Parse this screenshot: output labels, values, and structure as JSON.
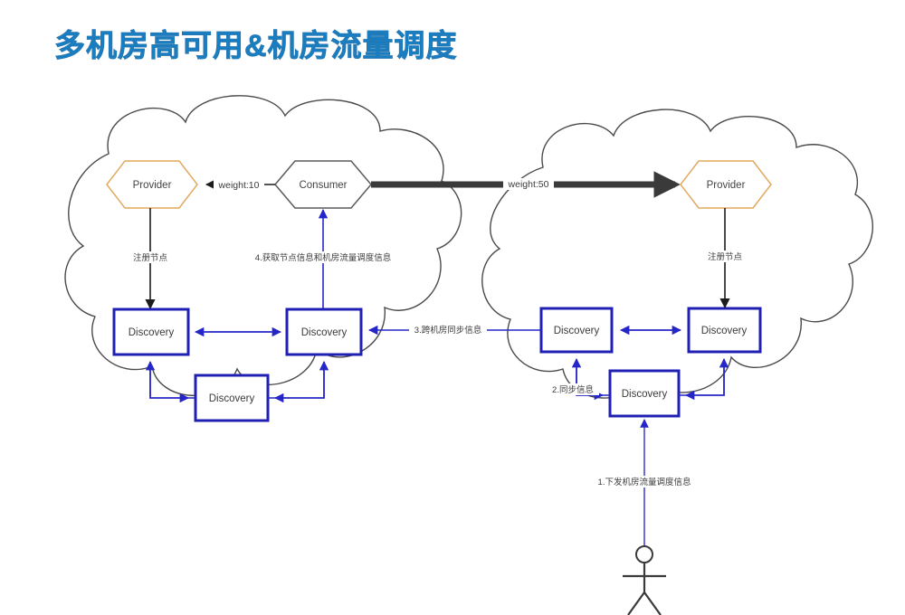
{
  "page": {
    "title": "多机房高可用&机房流量调度",
    "background_color": "#ffffff"
  },
  "colors": {
    "title_blue": "#1a7dc0",
    "provider_orange": "#e0a95f",
    "consumer_gray": "#5a5a5a",
    "discovery_navy": "#1f1fb4",
    "edge_blue": "#2626c8",
    "edge_black": "#1c1c1c",
    "edge_thick_gray": "#3a3a3a",
    "cloud_stroke": "#4a4a4a"
  },
  "clouds": [
    {
      "id": "left-idc",
      "name": "left-datacenter-cloud"
    },
    {
      "id": "right-idc",
      "name": "right-datacenter-cloud"
    }
  ],
  "nodes": {
    "left_provider": {
      "label": "Provider",
      "shape": "hexagon",
      "stroke": "#e0a95f"
    },
    "left_consumer": {
      "label": "Consumer",
      "shape": "hexagon",
      "stroke": "#5a5a5a"
    },
    "right_provider": {
      "label": "Provider",
      "shape": "hexagon",
      "stroke": "#e0a95f"
    },
    "left_discovery_1": {
      "label": "Discovery"
    },
    "left_discovery_2": {
      "label": "Discovery"
    },
    "left_discovery_3": {
      "label": "Discovery"
    },
    "right_discovery_1": {
      "label": "Discovery"
    },
    "right_discovery_2": {
      "label": "Discovery"
    },
    "right_discovery_3": {
      "label": "Discovery"
    }
  },
  "edges": {
    "weight_10": "weight:10",
    "weight_50": "weight:50",
    "left_register": "注册节点",
    "right_register": "注册节点",
    "step4": "4.获取节点信息和机房流量调度信息",
    "step3": "3.跨机房同步信息",
    "step2": "2.同步信息",
    "step1": "1.下发机房流量调度信息"
  },
  "actor": {
    "name": "operator-actor"
  }
}
